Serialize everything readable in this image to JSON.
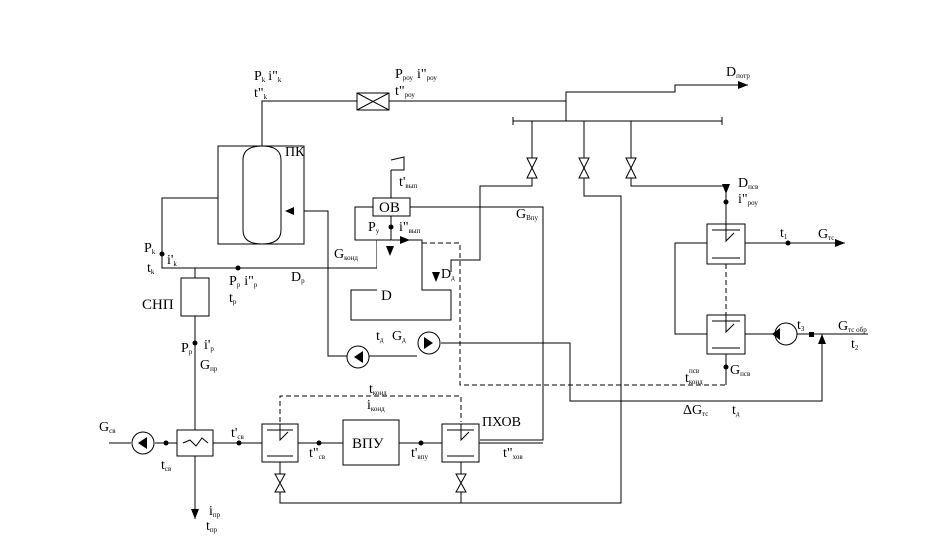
{
  "equipment": {
    "pk": "ПК",
    "ob": "ОВ",
    "d": "D",
    "snp": "СНП",
    "vpu": "ВПУ",
    "pkhov": "ПХОВ"
  },
  "labels": {
    "pk_p": "P",
    "pk_p_sub": "k",
    "pk_i": "i\"",
    "pk_i_sub": "k",
    "pk_t": "t\"",
    "pk_t_sub": "k",
    "rou_p": "P",
    "rou_p_sub": "роу",
    "rou_i": "i\"",
    "rou_i_sub": "роу",
    "rou_t": "t\"",
    "rou_t_sub": "роу",
    "dpotr": "D",
    "dpotr_sub": "потр",
    "tvyp": "t'",
    "tvyp_sub": "вып",
    "py": "P",
    "py_sub": "у",
    "ivyp": "i\"",
    "ivyp_sub": "вып",
    "gvpu": "G",
    "gvpu_sub": "Впу",
    "gkond": "G",
    "gkond_sub": "конд",
    "dd": "D",
    "dd_sub": "д",
    "dr": "D",
    "dr_sub": "р",
    "pr": "P",
    "pr_sub": "р",
    "ir": "i\"",
    "ir_sub": "р",
    "tr": "t",
    "tr_sub": "р",
    "pk2": "P",
    "pk2_sub": "k",
    "ik2": "i'",
    "ik2_sub": "k",
    "tk2": "t",
    "tk2_sub": "k",
    "pr2": "P",
    "pr2_sub": "р",
    "ir2": "i'",
    "ir2_sub": "р",
    "gpr": "G",
    "gpr_sub": "пр",
    "td": "t",
    "td_sub": "д",
    "gd": "G",
    "gd_sub": "д",
    "tkond": "t",
    "tkond_sub": "конд",
    "ikond": "i",
    "ikond_sub": "конд",
    "gsv": "G",
    "gsv_sub": "св",
    "tsv": "t",
    "tsv_sub": "св",
    "tsv1": "t'",
    "tsv1_sub": "св",
    "tsv2": "t\"",
    "tsv2_sub": "св",
    "tvpu": "t'",
    "tvpu_sub": "впу",
    "thov": "t\"",
    "thov_sub": "хов",
    "ipr": "i",
    "ipr_sub": "пр",
    "tpr": "t",
    "tpr_sub": "пр",
    "dpsv": "D",
    "dpsv_sub": "псв",
    "irou2": "i\"",
    "irou2_sub": "роу",
    "t1": "t",
    "t1_sub": "1",
    "gts": "G",
    "gts_sub": "тс",
    "t3": "t",
    "t3_sub": "3",
    "gtsobr": "G",
    "gtsobr_sub": "тс обр",
    "t2": "t",
    "t2_sub": "2",
    "tkond_psv": "t",
    "tkond_psv_sub": "конд",
    "tkond_psv_sup": "псв",
    "gpsv": "G",
    "gpsv_sub": "псв",
    "dgts": "ΔG",
    "dgts_sub": "тс",
    "td2": "t",
    "td2_sub": "д"
  }
}
